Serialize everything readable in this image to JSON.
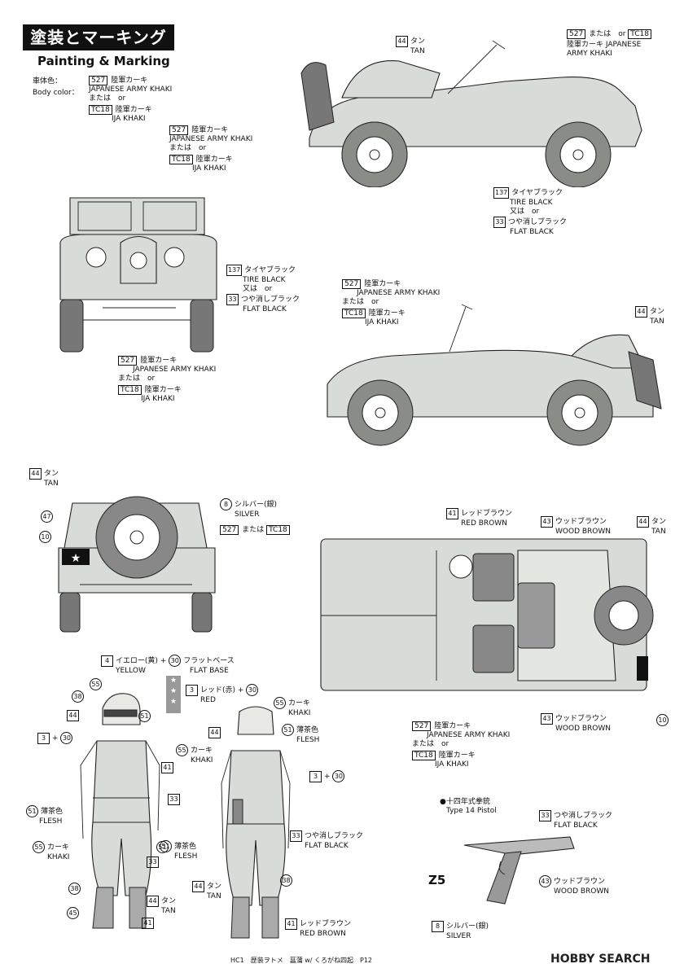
{
  "header": {
    "title_jp": "塗装とマーキング",
    "title_en": "Painting & Marking",
    "body_color_jp": "車体色：",
    "body_color_en": "Body color："
  },
  "body_callout": {
    "code1": "527",
    "jp1": "陸軍カーキ",
    "en1": "JAPANESE ARMY KHAKI",
    "or": "または　or",
    "code2": "TC18",
    "jp2": "陸軍カーキ",
    "en2": "IJA KHAKI"
  },
  "front_callout": {
    "code1": "527",
    "jp1": "陸軍カーキ",
    "en1": "JAPANESE ARMY KHAKI",
    "or": "または　or",
    "code2": "TC18",
    "jp2": "陸軍カーキ",
    "en2": "IJA KHAKI"
  },
  "side_top": {
    "tan_num": "44",
    "tan_jp": "タン",
    "tan_en": "TAN",
    "khaki_code1": "527",
    "khaki_or": "または　or",
    "khaki_code2": "TC18",
    "khaki_jp": "陸軍カーキ",
    "khaki_en1": "JAPANESE",
    "khaki_en2": "ARMY KHAKI",
    "tire_num": "137",
    "tire_jp": "タイヤブラック",
    "tire_en": "TIRE BLACK",
    "tire_or": "又は　or",
    "flat_num": "33",
    "flat_jp": "つや消しブラック",
    "flat_en": "FLAT BLACK"
  },
  "front_tires": {
    "tire_num": "137",
    "tire_jp": "タイヤブラック",
    "tire_en": "TIRE BLACK",
    "tire_or": "又は　or",
    "flat_num": "33",
    "flat_jp": "つや消しブラック",
    "flat_en": "FLAT BLACK"
  },
  "front_bottom": {
    "code1": "527",
    "jp1": "陸軍カーキ",
    "en1": "JAPANESE ARMY KHAKI",
    "or": "または　or",
    "code2": "TC18",
    "jp2": "陸軍カーキ",
    "en2": "IJA KHAKI"
  },
  "side_bottom": {
    "code1": "527",
    "jp1": "陸軍カーキ",
    "en1": "JAPANESE ARMY KHAKI",
    "or": "または　or",
    "code2": "TC18",
    "jp2": "陸軍カーキ",
    "en2": "IJA KHAKI",
    "tan_num": "44",
    "tan_jp": "タン",
    "tan_en": "TAN"
  },
  "rear": {
    "tan_num": "44",
    "tan_jp": "タン",
    "tan_en": "TAN",
    "n47": "47",
    "n10": "10",
    "silver_num": "8",
    "silver_jp": "シルバー(銀)",
    "silver_en": "SILVER",
    "khaki_code1": "527",
    "khaki_or": "または",
    "khaki_code2": "TC18"
  },
  "top_view": {
    "red_num": "41",
    "red_jp": "レッドブラウン",
    "red_en": "RED BROWN",
    "wood_num": "43",
    "wood_jp": "ウッドブラウン",
    "wood_en": "WOOD BROWN",
    "tan_num": "44",
    "tan_jp": "タン",
    "tan_en": "TAN",
    "wood2_num": "43",
    "wood2_jp": "ウッドブラウン",
    "wood2_en": "WOOD BROWN",
    "n10": "10",
    "code1": "527",
    "jp1": "陸軍カーキ",
    "en1": "JAPANESE ARMY KHAKI",
    "or": "または　or",
    "code2": "TC18",
    "jp2": "陸軍カーキ",
    "en2": "IJA KHAKI"
  },
  "insignia": {
    "yellow_num": "4",
    "yellow_jp": "イエロー(黄)",
    "plus": "+",
    "base_num": "30",
    "base_jp": "フラットベース",
    "yellow_en": "YELLOW",
    "base_en": "FLAT BASE",
    "red_num": "3",
    "red_jp": "レッド(赤)",
    "red_plus": "+",
    "red_base": "30",
    "red_en": "RED"
  },
  "figure_front": {
    "n55": "55",
    "n38": "38",
    "n44": "44",
    "n51": "51",
    "n3": "3",
    "plus": "+",
    "n30": "30",
    "n41": "41",
    "n33": "33",
    "flesh_num": "51",
    "flesh_jp": "薄茶色",
    "flesh_en": "FLESH",
    "khaki_num": "55",
    "khaki_jp": "カーキ",
    "khaki_en": "KHAKI",
    "n51b": "51",
    "n33b": "33",
    "n38b": "38",
    "n45": "45",
    "n41b": "41",
    "tan_num": "44",
    "tan_jp": "タン",
    "tan_en": "TAN"
  },
  "figure_back": {
    "khaki_num": "55",
    "khaki_jp": "カーキ",
    "khaki_en": "KHAKI",
    "n44": "44",
    "flesh_num": "51",
    "flesh_jp": "薄茶色",
    "flesh_en": "FLESH",
    "khaki2_num": "55",
    "khaki2_jp": "カーキ",
    "khaki2_en": "KHAKI",
    "n3": "3",
    "plus": "+",
    "n30": "30",
    "flat_num": "33",
    "flat_jp": "つや消しブラック",
    "flat_en": "FLAT BLACK",
    "flesh2_num": "51",
    "flesh2_jp": "薄茶色",
    "flesh2_en": "FLESH",
    "tan_num": "44",
    "tan_jp": "タン",
    "tan_en": "TAN",
    "n38": "38",
    "red_num": "41",
    "red_jp": "レッドブラウン",
    "red_en": "RED BROWN"
  },
  "pistol": {
    "title_jp": "●十四年式拳銃",
    "title_en": "Type 14 Pistol",
    "flat_num": "33",
    "flat_jp": "つや消しブラック",
    "flat_en": "FLAT BLACK",
    "wood_num": "43",
    "wood_jp": "ウッドブラウン",
    "wood_en": "WOOD BROWN",
    "silver_num": "8",
    "silver_jp": "シルバー(銀)",
    "silver_en": "SILVER",
    "z5": "Z5"
  },
  "footer": {
    "text": "HC1　歴装ヲトメ　菖蒲 w/ くろがね四起　P12",
    "watermark": "HOBBY SEARCH"
  }
}
